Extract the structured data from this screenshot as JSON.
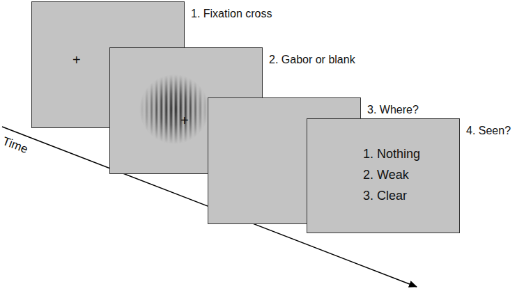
{
  "diagram": {
    "nodes": [
      {
        "text": [
          "1. Fixation cross",
          "+"
        ]
      },
      {
        "text": [
          "2. Gabor or blank",
          "+"
        ]
      },
      {
        "text": [
          "3. Where?"
        ]
      },
      {
        "text": [
          "4. Seen?",
          "1. Nothing",
          "2. Weak",
          "3. Clear"
        ]
      }
    ],
    "edges": [],
    "labels": [
      "Time"
    ]
  }
}
